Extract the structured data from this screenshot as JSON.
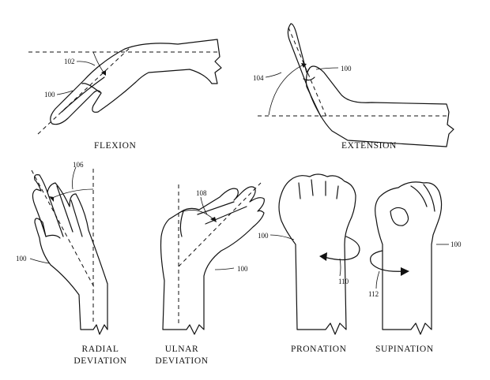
{
  "figure": {
    "captions": {
      "flexion": "FLEXION",
      "extension": "EXTENSION",
      "radial_line1": "RADIAL",
      "radial_line2": "DEVIATION",
      "ulnar_line1": "ULNAR",
      "ulnar_line2": "DEVIATION",
      "pronation": "PRONATION",
      "supination": "SUPINATION"
    },
    "refs": {
      "hand_flexion": "100",
      "angle_flexion": "102",
      "hand_extension": "100",
      "angle_extension": "104",
      "hand_radial": "100",
      "angle_radial": "106",
      "hand_ulnar": "100",
      "angle_ulnar": "108",
      "hand_pronation": "100",
      "rotation_pronation": "110",
      "hand_supination": "100",
      "rotation_supination": "112"
    }
  }
}
